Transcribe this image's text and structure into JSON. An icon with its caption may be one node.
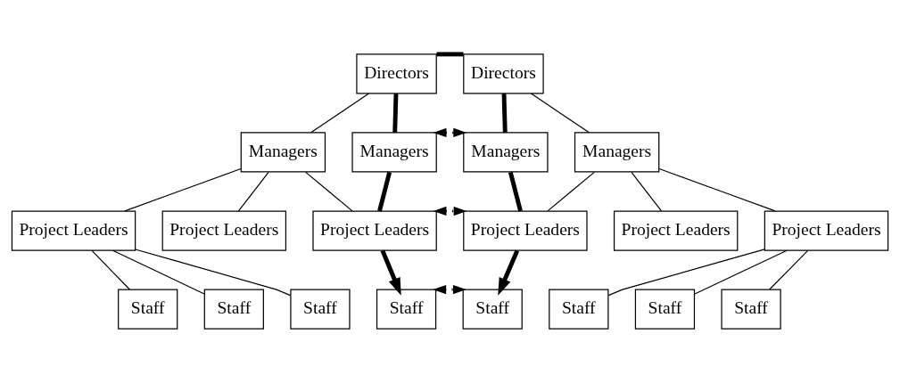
{
  "diagram": {
    "nodes": [
      {
        "text": [
          "Directors"
        ]
      },
      {
        "text": [
          "Directors"
        ]
      },
      {
        "text": [
          "Managers"
        ]
      },
      {
        "text": [
          "Managers"
        ]
      },
      {
        "text": [
          "Managers"
        ]
      },
      {
        "text": [
          "Managers"
        ]
      },
      {
        "text": [
          "Project Leaders"
        ]
      },
      {
        "text": [
          "Project Leaders"
        ]
      },
      {
        "text": [
          "Project Leaders"
        ]
      },
      {
        "text": [
          "Project Leaders"
        ]
      },
      {
        "text": [
          "Project Leaders"
        ]
      },
      {
        "text": [
          "Project Leaders"
        ]
      },
      {
        "text": [
          "Staff"
        ]
      },
      {
        "text": [
          "Staff"
        ]
      },
      {
        "text": [
          "Staff"
        ]
      },
      {
        "text": [
          "Staff"
        ]
      },
      {
        "text": [
          "Staff"
        ]
      },
      {
        "text": [
          "Staff"
        ]
      },
      {
        "text": [
          "Staff"
        ]
      },
      {
        "text": [
          "Staff"
        ]
      }
    ],
    "edges": [
      {
        "from": 0,
        "to": 1,
        "arrow": "none",
        "style": "thick"
      },
      {
        "from": 0,
        "to": 2,
        "arrow": "none"
      },
      {
        "from": 0,
        "to": 3,
        "arrow": "none",
        "style": "thick"
      },
      {
        "from": 1,
        "to": 4,
        "arrow": "none",
        "style": "thick"
      },
      {
        "from": 1,
        "to": 5,
        "arrow": "none"
      },
      {
        "from": 3,
        "to": 4,
        "arrow": "both",
        "style": "dashed"
      },
      {
        "from": 2,
        "to": 6,
        "arrow": "none"
      },
      {
        "from": 2,
        "to": 7,
        "arrow": "none"
      },
      {
        "from": 2,
        "to": 8,
        "arrow": "none"
      },
      {
        "from": 3,
        "to": 8,
        "arrow": "none",
        "style": "thick"
      },
      {
        "from": 4,
        "to": 9,
        "arrow": "none",
        "style": "thick"
      },
      {
        "from": 5,
        "to": 9,
        "arrow": "none"
      },
      {
        "from": 5,
        "to": 10,
        "arrow": "none"
      },
      {
        "from": 5,
        "to": 11,
        "arrow": "none"
      },
      {
        "from": 8,
        "to": 9,
        "arrow": "both",
        "style": "dashed"
      },
      {
        "from": 6,
        "to": 12,
        "arrow": "none"
      },
      {
        "from": 6,
        "to": 13,
        "arrow": "none"
      },
      {
        "from": 6,
        "to": 14,
        "arrow": "none"
      },
      {
        "from": 8,
        "to": 15,
        "arrow": "to",
        "style": "thick"
      },
      {
        "from": 9,
        "to": 16,
        "arrow": "to",
        "style": "thick"
      },
      {
        "from": 11,
        "to": 17,
        "arrow": "none"
      },
      {
        "from": 11,
        "to": 18,
        "arrow": "none"
      },
      {
        "from": 11,
        "to": 19,
        "arrow": "none"
      },
      {
        "from": 15,
        "to": 16,
        "arrow": "both",
        "style": "dashed"
      }
    ]
  }
}
